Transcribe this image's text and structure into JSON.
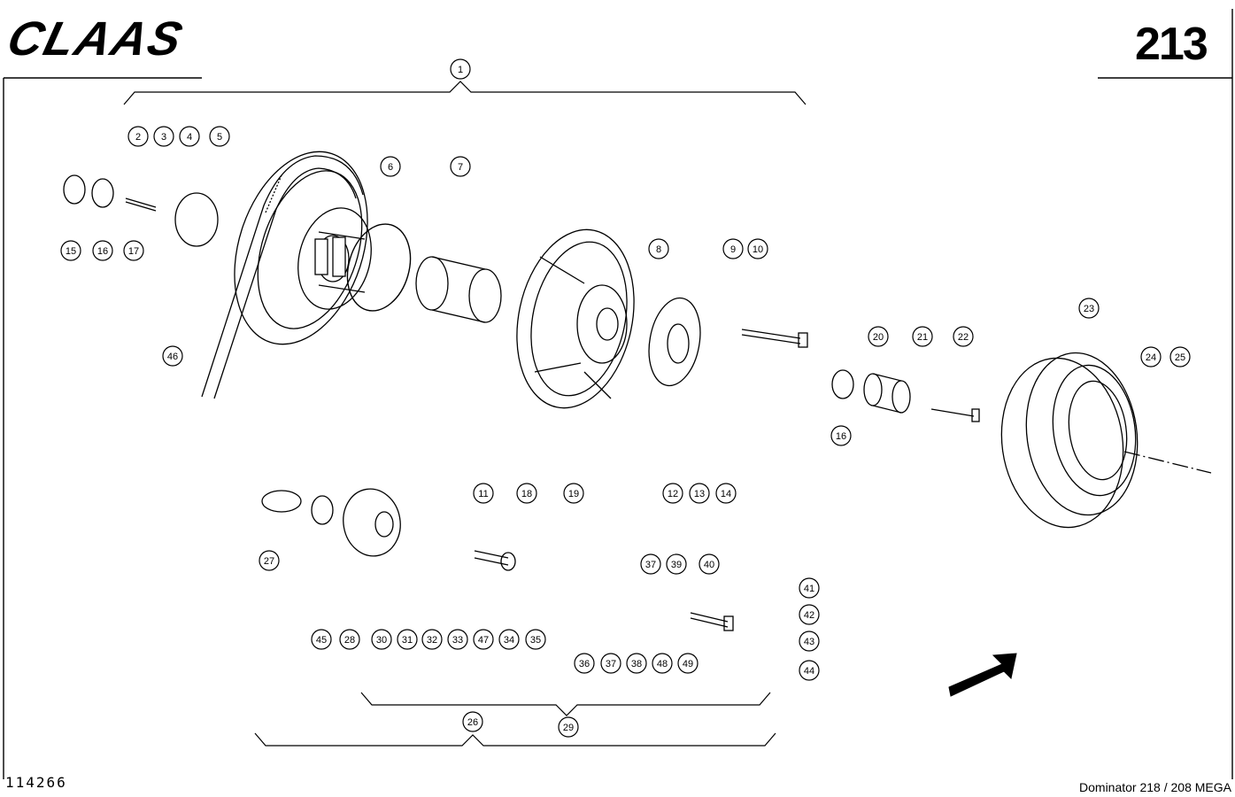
{
  "header": {
    "brand": "CLAAS",
    "page_number": "213"
  },
  "footer": {
    "drawing_number": "114266",
    "model": "Dominator 218 / 208 MEGA"
  },
  "callouts": [
    "1",
    "2",
    "3",
    "4",
    "5",
    "6",
    "7",
    "8",
    "9",
    "10",
    "11",
    "12",
    "13",
    "14",
    "15",
    "16",
    "17",
    "18",
    "19",
    "20",
    "21",
    "22",
    "23",
    "24",
    "25",
    "16",
    "27",
    "45",
    "28",
    "30",
    "31",
    "32",
    "33",
    "47",
    "34",
    "35",
    "36",
    "37",
    "38",
    "48",
    "49",
    "37",
    "39",
    "40",
    "41",
    "42",
    "43",
    "44",
    "46",
    "26",
    "29"
  ]
}
